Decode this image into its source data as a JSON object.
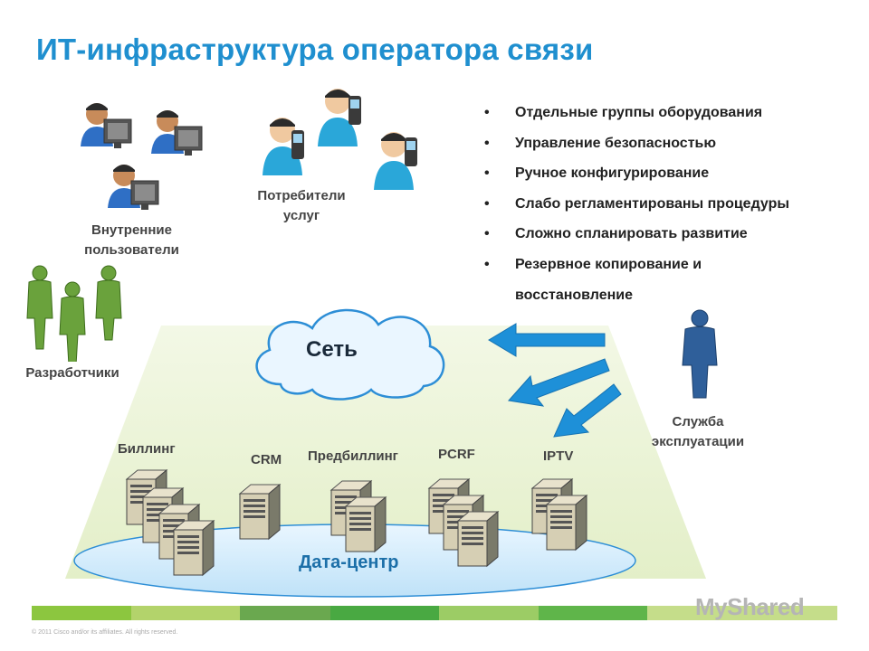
{
  "title": "ИТ-инфраструктура оператора связи",
  "groups": {
    "internal_users": "Внутренние пользователи",
    "service_consumers": "Потребители услуг",
    "developers": "Разработчики",
    "operations": "Служба эксплуатации"
  },
  "bullets": [
    "Отдельные группы оборудования",
    "Управление безопасностью",
    "Ручное конфигурирование",
    "Слабо регламентированы процедуры",
    "Сложно спланировать развитие",
    "Резервное копирование и восстановление"
  ],
  "network": "Сеть",
  "datacenter": "Дата-центр",
  "servers": {
    "billing": "Биллинг",
    "crm": "CRM",
    "prebilling": "Предбиллинг",
    "pcrf": "PCRF",
    "iptv": "IPTV"
  },
  "footer": {
    "copyright": "© 2011 Cisco and/or its affiliates. All rights reserved.",
    "watermark": "MyShared"
  },
  "colors": {
    "title": "#1f8fcf",
    "arrow": "#1e90d8",
    "developer": "#6aa23c",
    "operator": "#2f5f9a",
    "zone": "#eef5dc"
  }
}
